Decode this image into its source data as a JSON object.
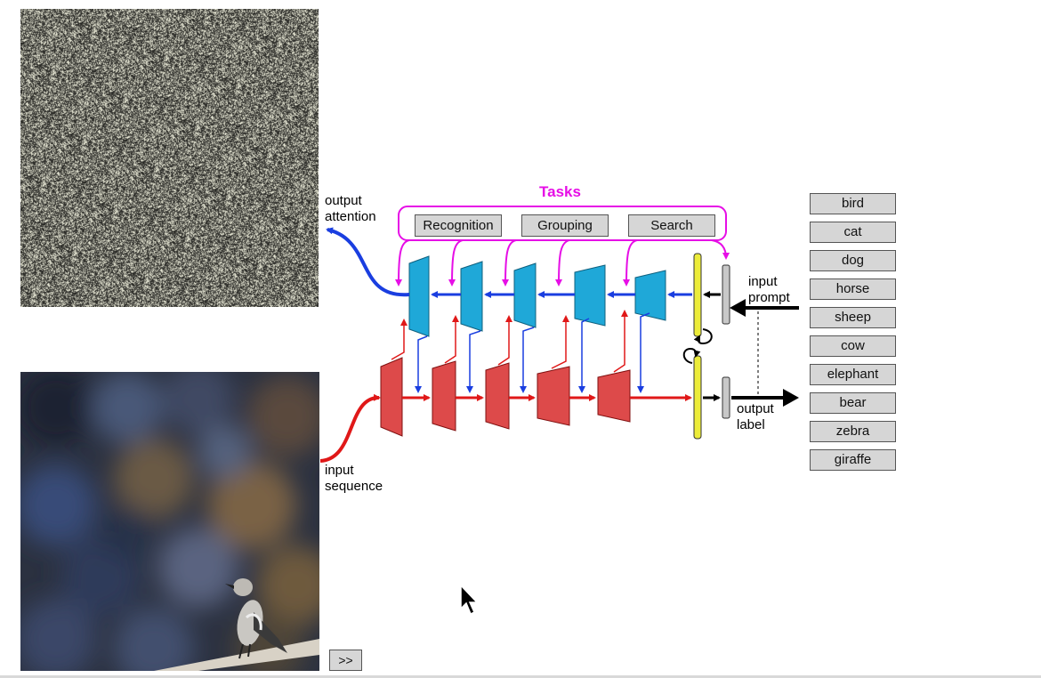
{
  "diagram": {
    "tasks_title": "Tasks",
    "tasks": [
      "Recognition",
      "Grouping",
      "Search"
    ],
    "labels": {
      "output_attention": "output\nattention",
      "input_prompt": "input\nprompt",
      "output_label": "output\nlabel",
      "input_sequence": "input\nsequence"
    }
  },
  "classes": [
    "bird",
    "cat",
    "dog",
    "horse",
    "sheep",
    "cow",
    "elephant",
    "bear",
    "zebra",
    "giraffe"
  ],
  "controls": {
    "next_label": ">>"
  },
  "colors": {
    "task_accent": "#e60ee6",
    "top_path": "#1a3ee0",
    "bottom_path": "#e01818",
    "top_blocks": "#1fa8d8",
    "bottom_blocks": "#dd4a4a",
    "memory_bar": "#ecec3a"
  }
}
